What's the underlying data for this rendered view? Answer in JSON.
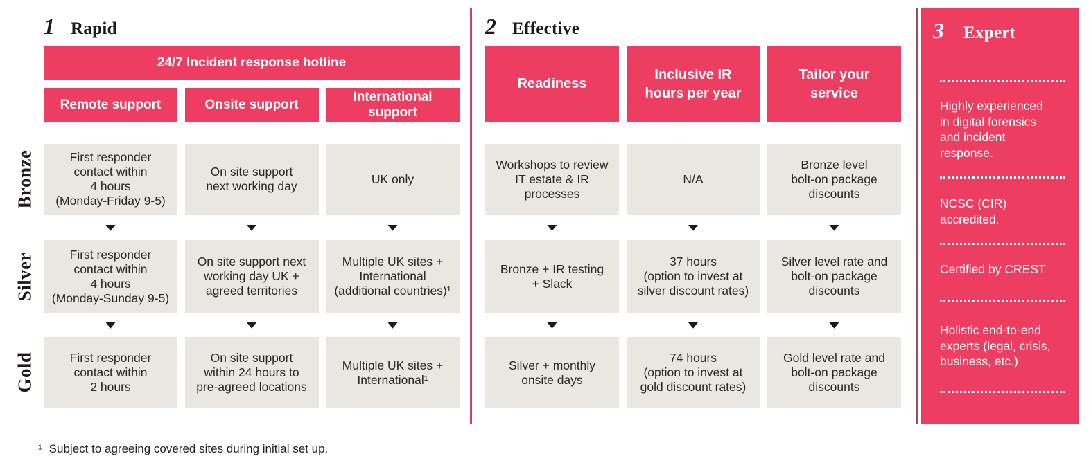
{
  "colors": {
    "accent_pink": "#ED3E62",
    "section_divider_pink": "#C7456A",
    "panel_edge_maroon": "#9C4B62",
    "cell_grey": "#EAE6E2",
    "text_dark": "#272324",
    "white": "#FFFFFF"
  },
  "icons": {
    "down_arrow": "▼"
  },
  "tiers": [
    "Bronze",
    "Silver",
    "Gold"
  ],
  "rapid": {
    "number": "1",
    "title": "Rapid",
    "banner": "24/7 Incident response hotline",
    "columns": [
      "Remote support",
      "Onsite support",
      "International\nsupport"
    ],
    "rows": {
      "bronze": [
        "First responder\ncontact within\n4 hours\n(Monday-Friday 9-5)",
        "On site support\nnext working day",
        "UK only"
      ],
      "silver": [
        "First responder\ncontact within\n4 hours\n(Monday-Sunday 9-5)",
        "On site support next\nworking day UK +\nagreed territories",
        "Multiple UK sites +\nInternational\n(additional countries)¹"
      ],
      "gold": [
        "First responder\ncontact within\n2 hours",
        "On site support\nwithin 24 hours to\npre-agreed locations",
        "Multiple UK sites +\nInternational¹"
      ]
    }
  },
  "effective": {
    "number": "2",
    "title": "Effective",
    "columns": [
      "Readiness",
      "Inclusive IR\nhours per year",
      "Tailor your\nservice"
    ],
    "rows": {
      "bronze": [
        "Workshops to review\nIT estate & IR\nprocesses",
        "N/A",
        "Bronze level\nbolt-on package\ndiscounts"
      ],
      "silver": [
        "Bronze + IR testing\n+ Slack",
        "37 hours\n(option to invest at\nsilver discount rates)",
        "Silver level rate and\nbolt-on package\ndiscounts"
      ],
      "gold": [
        "Silver + monthly\nonsite days",
        "74 hours\n(option to invest at\ngold discount rates)",
        "Gold level rate and\nbolt-on package\ndiscounts"
      ]
    }
  },
  "expert": {
    "number": "3",
    "title": "Expert",
    "items": [
      "Highly experienced\nin digital forensics\nand incident\nresponse.",
      "NCSC (CIR)\naccredited.",
      "Certified by CREST",
      "Holistic end-to-end\nexperts (legal, crisis,\nbusiness, etc.)"
    ]
  },
  "footnote": {
    "marker": "¹",
    "text": "Subject to agreeing covered sites during initial set up."
  }
}
